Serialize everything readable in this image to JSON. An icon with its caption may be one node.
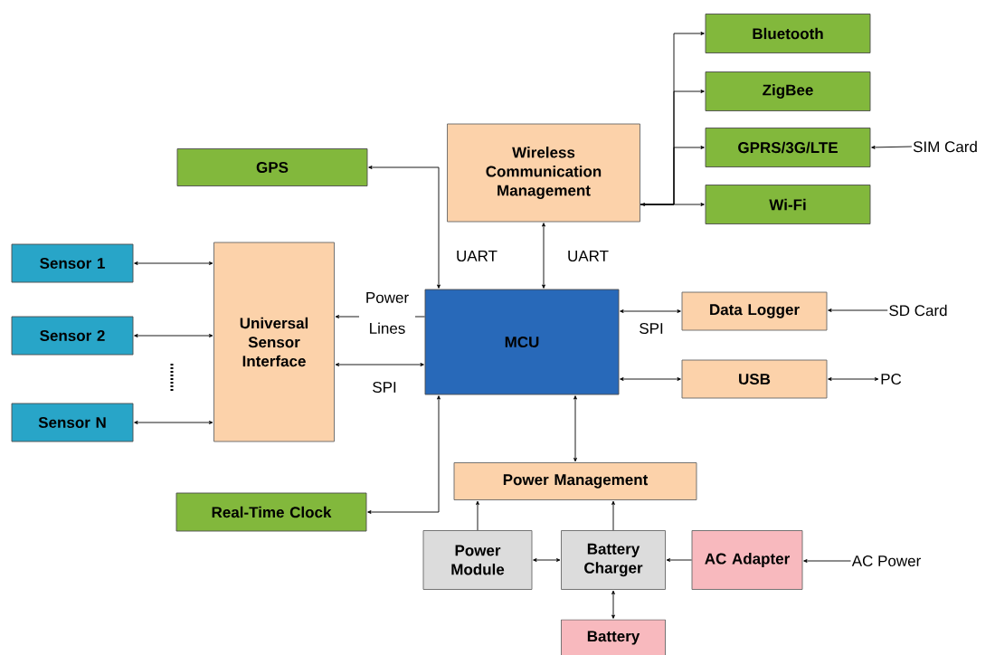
{
  "diagram": {
    "nodes": [
      {
        "text": [
          "Bluetooth"
        ]
      },
      {
        "text": [
          "ZigBee"
        ]
      },
      {
        "text": [
          "Wireless Communication Management"
        ]
      },
      {
        "text": [
          "GPRS/3G/LTE"
        ]
      },
      {
        "text": [
          "SIM Card"
        ]
      },
      {
        "text": [
          "GPS"
        ]
      },
      {
        "text": [
          "Wi-Fi"
        ]
      },
      {
        "text": [
          "Sensor 1"
        ]
      },
      {
        "text": [
          "Universal Sensor Interface"
        ]
      },
      {
        "text": [
          "MCU"
        ]
      },
      {
        "text": [
          "Data Logger"
        ]
      },
      {
        "text": [
          "SD Card"
        ]
      },
      {
        "text": [
          "Sensor 2"
        ]
      },
      {
        "text": [
          "USB"
        ]
      },
      {
        "text": [
          "PC"
        ]
      },
      {
        "text": [
          "Sensor N"
        ]
      },
      {
        "text": [
          "Power Management"
        ]
      },
      {
        "text": [
          "Real-Time Clock"
        ]
      },
      {
        "text": [
          "Power Module"
        ]
      },
      {
        "text": [
          "Battery Charger"
        ]
      },
      {
        "text": [
          "AC Adapter"
        ]
      },
      {
        "text": [
          "AC Power"
        ]
      },
      {
        "text": [
          "Battery"
        ]
      }
    ],
    "edges": [
      {
        "from": 2,
        "to": 0,
        "arrow": "to"
      },
      {
        "from": 2,
        "to": 1,
        "arrow": "to"
      },
      {
        "from": 2,
        "to": 3,
        "arrow": "to"
      },
      {
        "from": 2,
        "to": 6,
        "arrow": "both"
      },
      {
        "from": 4,
        "to": 3,
        "arrow": "to"
      },
      {
        "from": 9,
        "to": 5,
        "arrow": "both",
        "label": "UART"
      },
      {
        "from": 2,
        "to": 9,
        "arrow": "both",
        "label": "UART"
      },
      {
        "from": 7,
        "to": 8,
        "arrow": "both"
      },
      {
        "from": 12,
        "to": 8,
        "arrow": "both"
      },
      {
        "from": 15,
        "to": 8,
        "arrow": "both"
      },
      {
        "from": 9,
        "to": 8,
        "arrow": "to",
        "label": "Power Lines"
      },
      {
        "from": 8,
        "to": 9,
        "arrow": "both",
        "label": "SPI"
      },
      {
        "from": 9,
        "to": 10,
        "arrow": "both",
        "label": "SPI"
      },
      {
        "from": 11,
        "to": 10,
        "arrow": "to"
      },
      {
        "from": 9,
        "to": 13,
        "arrow": "both"
      },
      {
        "from": 13,
        "to": 14,
        "arrow": "both"
      },
      {
        "from": 9,
        "to": 16,
        "arrow": "both"
      },
      {
        "from": 17,
        "to": 9,
        "arrow": "both"
      },
      {
        "from": 18,
        "to": 16,
        "arrow": "to"
      },
      {
        "from": 19,
        "to": 16,
        "arrow": "to"
      },
      {
        "from": 18,
        "to": 19,
        "arrow": "both"
      },
      {
        "from": 20,
        "to": 19,
        "arrow": "to"
      },
      {
        "from": 21,
        "to": 20,
        "arrow": "to"
      },
      {
        "from": 19,
        "to": 22,
        "arrow": "both"
      }
    ]
  }
}
